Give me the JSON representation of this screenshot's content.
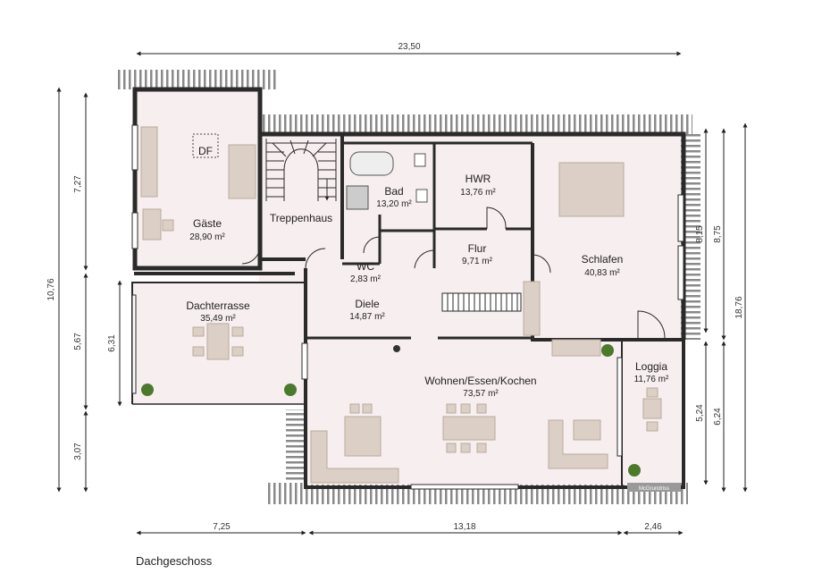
{
  "plan": {
    "caption": "Dachgeschoss",
    "brand": "McGrundriss",
    "colors": {
      "floor": "#f7eef0",
      "wall": "#2a2a2a",
      "furniture": "#dcd0c6",
      "plant": "#4a7a2a"
    }
  },
  "dimensions": {
    "top_total": "23,50",
    "bottom_left": "7,25",
    "bottom_mid": "13,18",
    "bottom_right": "2,46",
    "left_outer": "10,76",
    "left_a": "7,27",
    "left_b": "5,67",
    "left_c": "3,07",
    "left_terrace": "6,31",
    "right_outer": "18,76",
    "right_a": "8,75",
    "right_b": "8,15",
    "right_c": "6,24",
    "right_d": "5,24"
  },
  "rooms": {
    "gaeste": {
      "name": "Gäste",
      "area": "28,90 m²",
      "df_label": "DF"
    },
    "treppenhaus": {
      "name": "Treppenhaus"
    },
    "bad": {
      "name": "Bad",
      "area": "13,20 m²"
    },
    "hwr": {
      "name": "HWR",
      "area": "13,76 m²"
    },
    "flur": {
      "name": "Flur",
      "area": "9,71 m²"
    },
    "schlafen": {
      "name": "Schlafen",
      "area": "40,83 m²"
    },
    "wc": {
      "name": "WC",
      "area": "2,83 m²"
    },
    "diele": {
      "name": "Diele",
      "area": "14,87 m²"
    },
    "dachterrasse": {
      "name": "Dachterrasse",
      "area": "35,49 m²"
    },
    "wohnen": {
      "name": "Wohnen/Essen/Kochen",
      "area": "73,57 m²"
    },
    "loggia": {
      "name": "Loggia",
      "area": "11,76 m²"
    }
  }
}
